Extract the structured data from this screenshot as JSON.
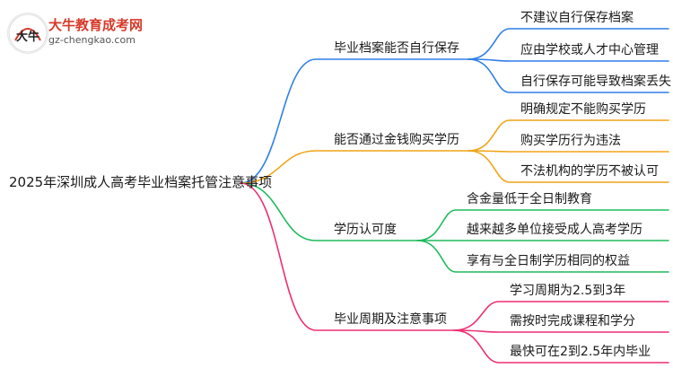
{
  "logo": {
    "title": "大牛教育成考网",
    "url": "gz-chengkao.com",
    "mark_text": "大牛"
  },
  "root": {
    "label": "2025年深圳成人高考毕业档案托管注意事项"
  },
  "branches": [
    {
      "label": "毕业档案能否自行保存",
      "color": "#2f7fe8",
      "children": [
        "不建议自行保存档案",
        "应由学校或人才中心管理",
        "自行保存可能导致档案丢失"
      ]
    },
    {
      "label": "能否通过金钱购买学历",
      "color": "#f0a417",
      "children": [
        "明确规定不能购买学历",
        "购买学历行为违法",
        "不法机构的学历不被认可"
      ]
    },
    {
      "label": "学历认可度",
      "color": "#1fbb5c",
      "children": [
        "含金量低于全日制教育",
        "越来越多单位接受成人高考学历",
        "享有与全日制学历相同的权益"
      ]
    },
    {
      "label": "毕业周期及注意事项",
      "color": "#ee2f74",
      "children": [
        "学习周期为2.5到3年",
        "需按时完成课程和学分",
        "最快可在2到2.5年内毕业"
      ]
    }
  ]
}
